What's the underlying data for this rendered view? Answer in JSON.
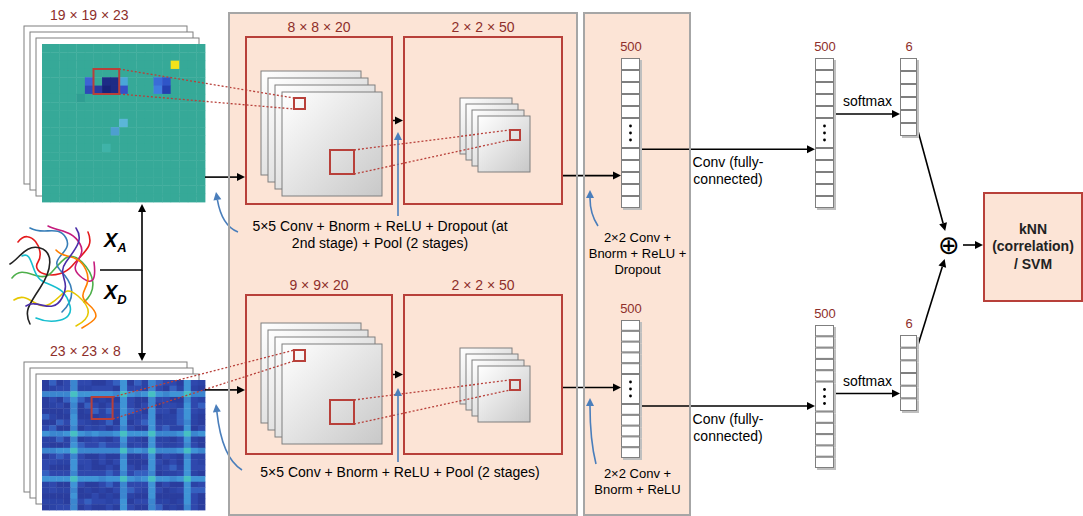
{
  "diagram": {
    "nodes": [
      {
        "text": [
          "19 × 19 × 23"
        ]
      },
      {
        "text": [
          "23 × 23 × 8"
        ]
      },
      {
        "text": [
          "5×5 Conv + Bnorm + ReLU + Dropout (at 2nd stage) + Pool (2 stages)",
          "5×5 Conv + Bnorm + ReLU + Pool (2 stages)"
        ]
      },
      {
        "text": [
          "8 × 8 × 20"
        ],
        "in": 2
      },
      {
        "text": [
          "2 × 2 × 50"
        ],
        "in": 2
      },
      {
        "text": [
          "9 × 9× 20"
        ],
        "in": 2
      },
      {
        "text": [
          "2 × 2 × 50"
        ],
        "in": 2
      },
      {
        "text": [
          "2×2 Conv + Bnorm + ReLU + Dropout",
          "2×2 Conv + Bnorm + ReLU"
        ]
      },
      {
        "text": [
          "500"
        ],
        "in": 7
      },
      {
        "text": [
          "500"
        ],
        "in": 7
      },
      {
        "text": [
          "500"
        ]
      },
      {
        "text": [
          "6"
        ]
      },
      {
        "text": [
          "500"
        ]
      },
      {
        "text": [
          "6"
        ]
      },
      {
        "text": [
          "⊕"
        ]
      },
      {
        "text": [
          "kNN (correlation) / SVM"
        ]
      }
    ],
    "edges": [
      {
        "from": 0,
        "to": 3,
        "arrow": "to"
      },
      {
        "from": 3,
        "to": 4,
        "arrow": "to"
      },
      {
        "from": 4,
        "to": 8,
        "arrow": "to"
      },
      {
        "from": 8,
        "to": 10,
        "label": "Conv (fully-connected)",
        "arrow": "to"
      },
      {
        "from": 10,
        "to": 11,
        "label": "softmax",
        "arrow": "to"
      },
      {
        "from": 11,
        "to": 14,
        "arrow": "to"
      },
      {
        "from": 1,
        "to": 5,
        "arrow": "to"
      },
      {
        "from": 5,
        "to": 6,
        "arrow": "to"
      },
      {
        "from": 6,
        "to": 9,
        "arrow": "to"
      },
      {
        "from": 9,
        "to": 12,
        "label": "Conv (fully-connected)",
        "arrow": "to"
      },
      {
        "from": 12,
        "to": 13,
        "label": "softmax",
        "arrow": "to"
      },
      {
        "from": 13,
        "to": 14,
        "arrow": "to"
      },
      {
        "from": 14,
        "to": 15,
        "arrow": "to"
      }
    ],
    "labels": [
      "XA",
      "XD"
    ]
  }
}
